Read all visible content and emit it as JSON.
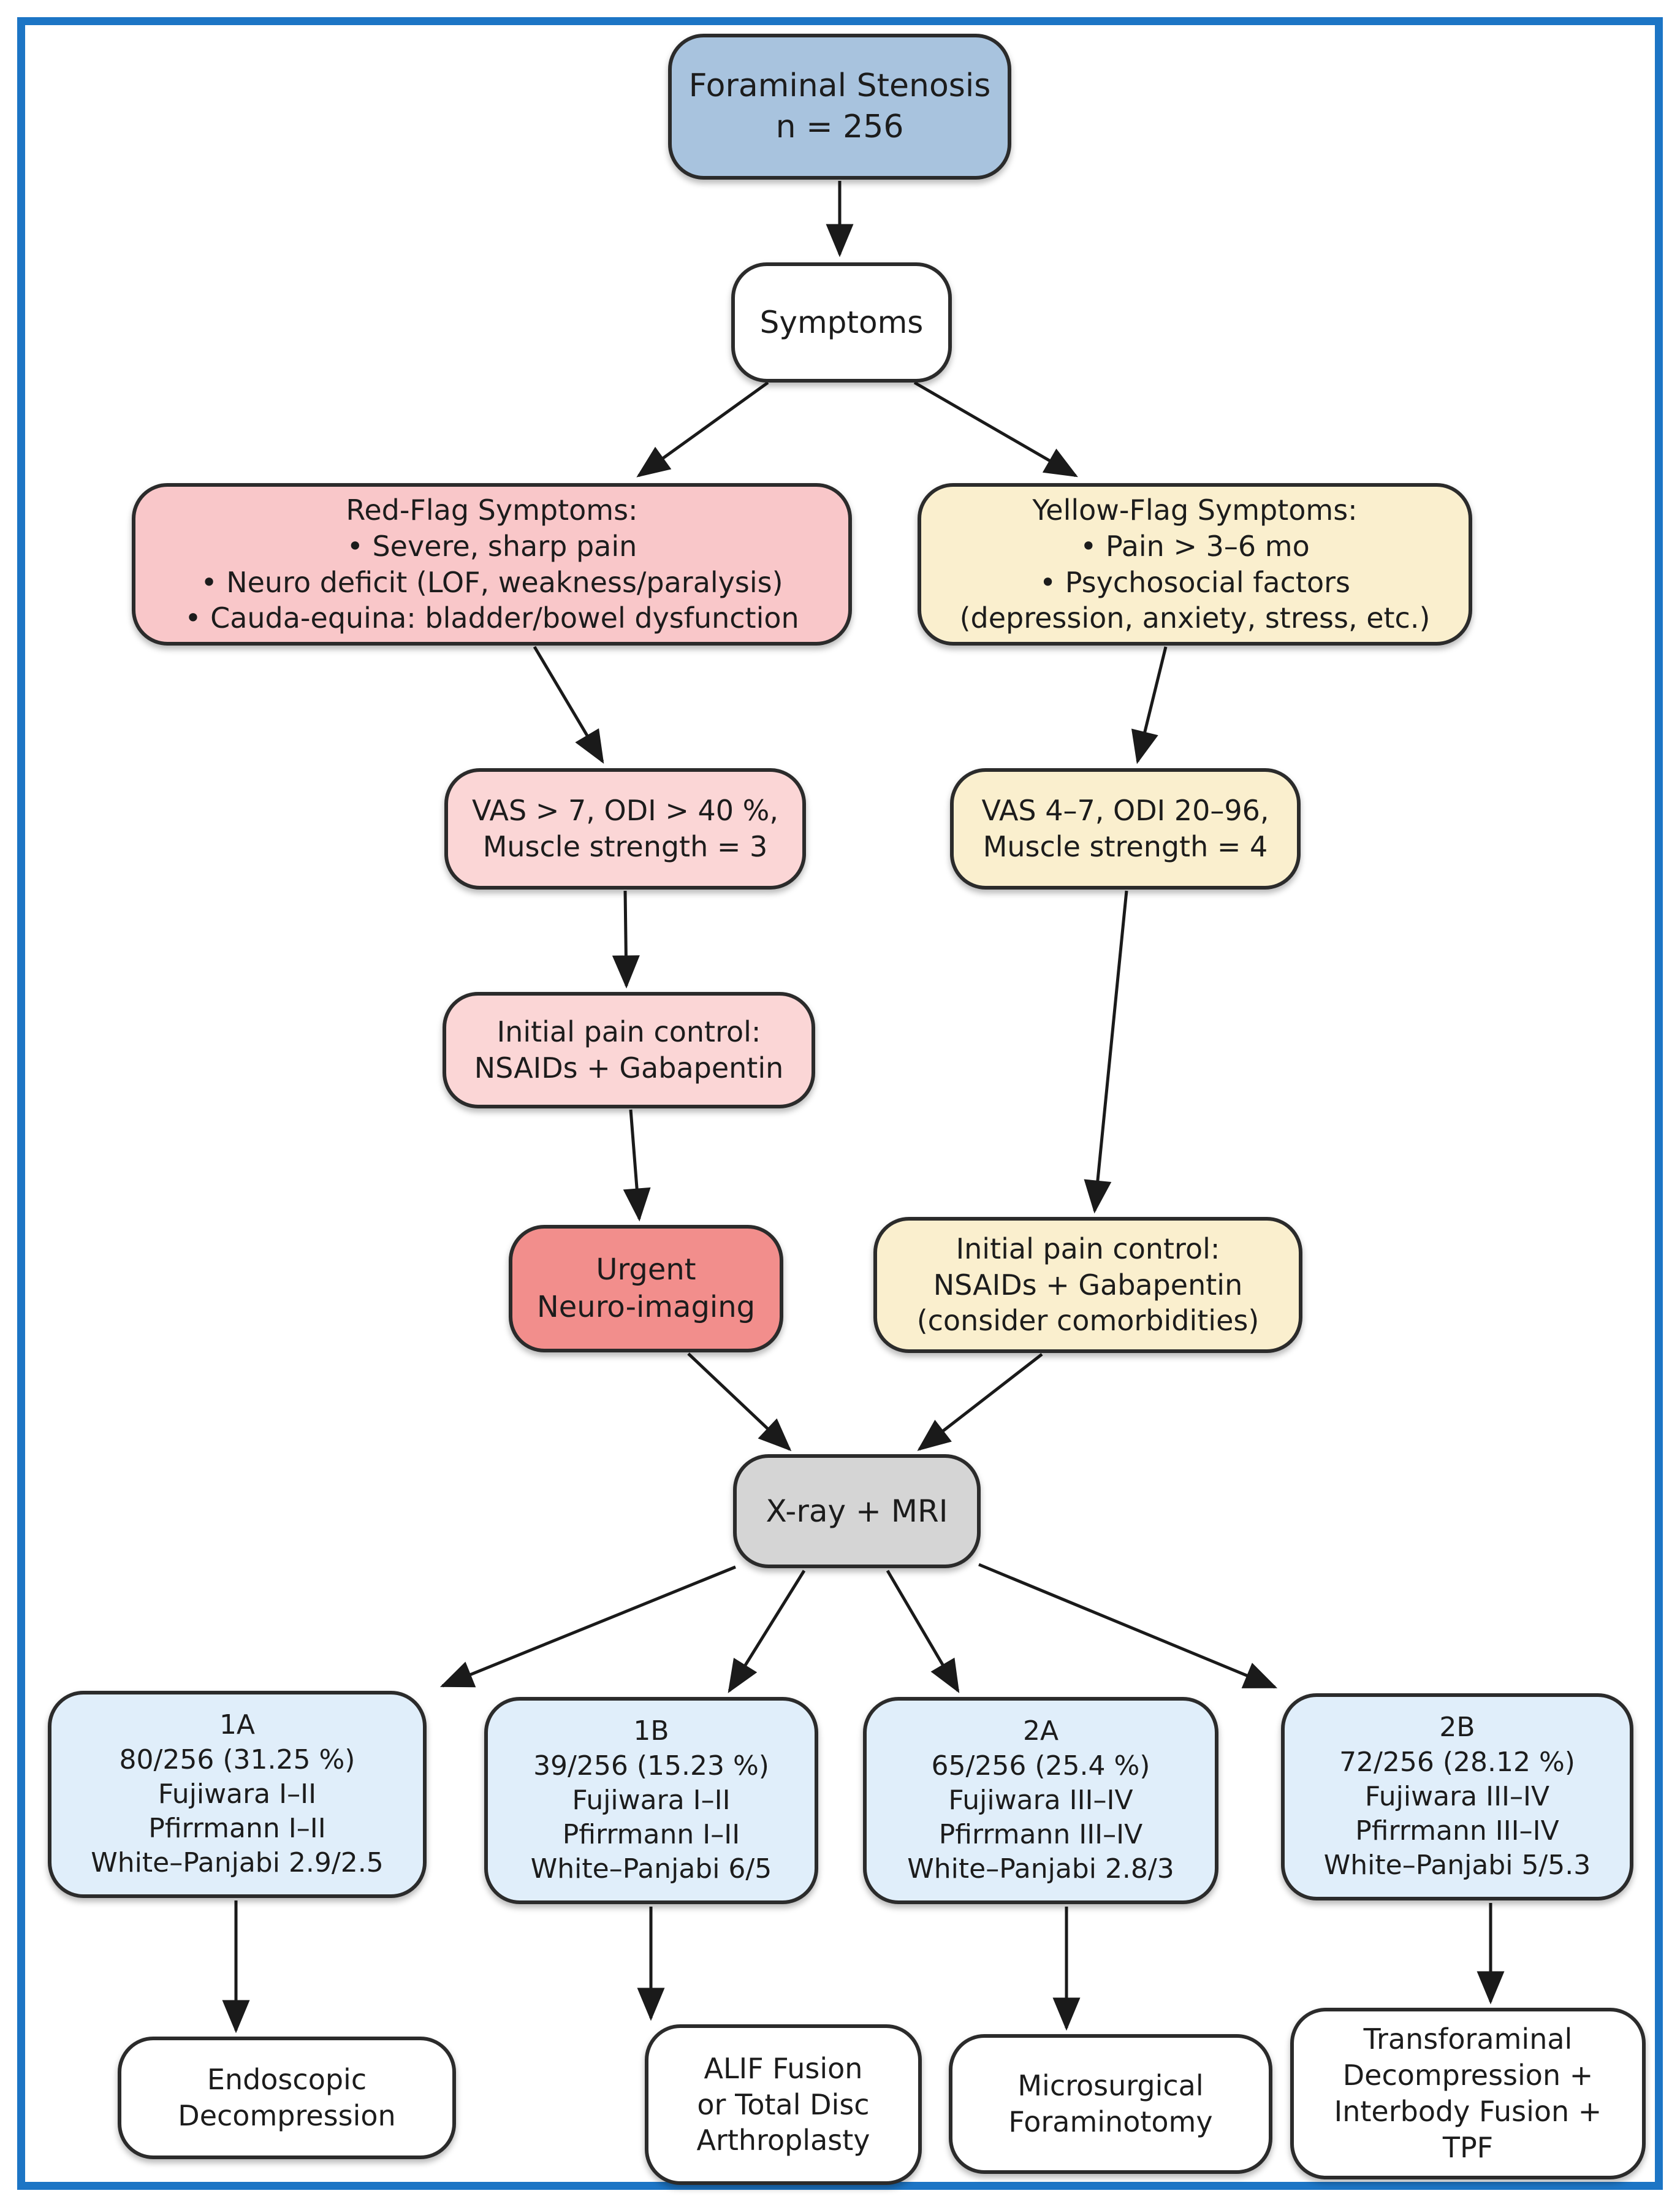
{
  "diagram": {
    "type": "flowchart",
    "colors": {
      "frame_blue": "#1c75c5",
      "node_border": "#2b2b2b",
      "root_blue": "#a8c3de",
      "flag_pink": "#f9c7c9",
      "light_pink": "#fbd6d6",
      "urgent_red": "#f28e8c",
      "yellow": "#faefce",
      "gray": "#d5d5d5",
      "light_blue": "#e0eefa",
      "white": "#ffffff"
    },
    "nodes": {
      "root": {
        "text": "Foraminal Stenosis\nn = 256"
      },
      "symptoms": {
        "text": "Symptoms"
      },
      "red_flag": {
        "text": "Red-Flag Symptoms:\n• Severe, sharp pain\n• Neuro deficit (LOF, weakness/paralysis)\n• Cauda-equina: bladder/bowel dysfunction"
      },
      "yellow_flag": {
        "text": "Yellow-Flag Symptoms:\n• Pain > 3–6 mo\n• Psychosocial factors\n(depression, anxiety, stress, etc.)"
      },
      "vas_red": {
        "text": "VAS > 7, ODI > 40 %,\nMuscle strength = 3"
      },
      "vas_yellow": {
        "text": "VAS 4–7, ODI 20–96,\nMuscle strength = 4"
      },
      "pain_red": {
        "text": "Initial pain control:\nNSAIDs + Gabapentin"
      },
      "urgent": {
        "text": "Urgent\nNeuro-imaging"
      },
      "pain_yellow": {
        "text": "Initial pain control:\nNSAIDs + Gabapentin\n(consider comorbidities)"
      },
      "xray": {
        "text": "X-ray + MRI"
      },
      "grade_1a": {
        "text": "1A\n80/256 (31.25 %)\nFujiwara I–II\nPfirrmann I–II\nWhite–Panjabi 2.9/2.5"
      },
      "grade_1b": {
        "text": "1B\n39/256 (15.23 %)\nFujiwara I–II\nPfirrmann I–II\nWhite–Panjabi 6/5"
      },
      "grade_2a": {
        "text": "2A\n65/256 (25.4 %)\nFujiwara III–IV\nPfirrmann III–IV\nWhite–Panjabi 2.8/3"
      },
      "grade_2b": {
        "text": "2B\n72/256 (28.12 %)\nFujiwara III–IV\nPfirrmann III–IV\nWhite–Panjabi 5/5.3"
      },
      "tx_endoscopic": {
        "text": "Endoscopic\nDecompression"
      },
      "tx_alif": {
        "text": "ALIF Fusion\nor Total Disc\nArthroplasty"
      },
      "tx_micro": {
        "text": "Microsurgical\nForaminotomy"
      },
      "tx_transforaminal": {
        "text": "Transforaminal\nDecompression +\nInterbody Fusion +\nTPF"
      }
    }
  }
}
